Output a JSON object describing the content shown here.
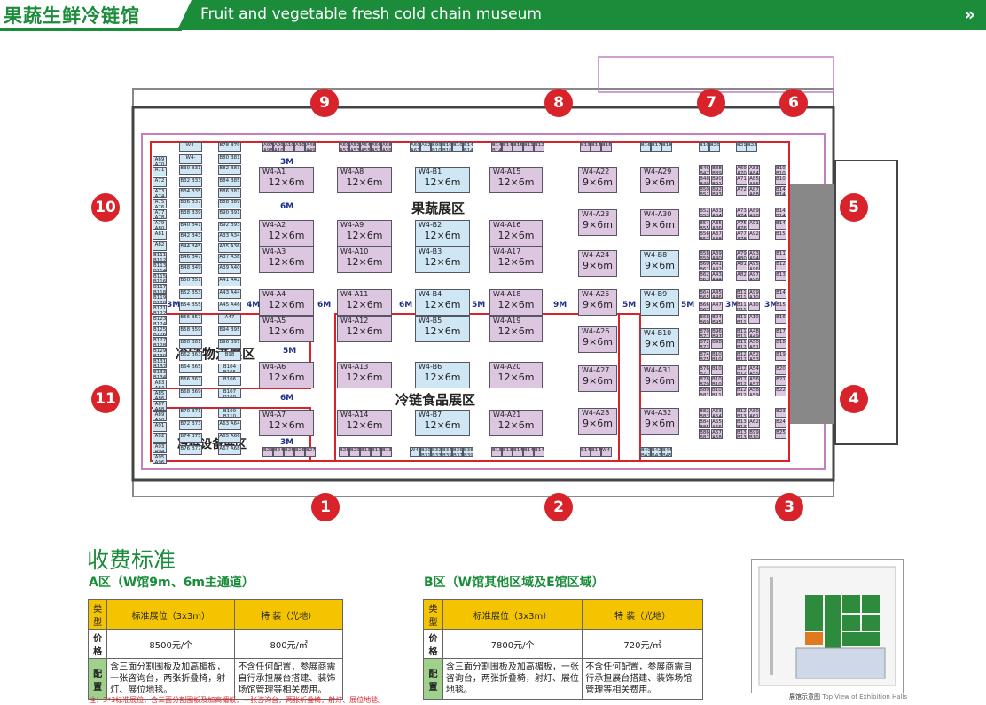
{
  "header": {
    "title_cn": "果蔬生鲜冷链馆",
    "title_en": "Fruit and vegetable fresh cold chain museum",
    "arrow_icon": "double-chevron-right"
  },
  "zones": {
    "fruit": "果蔬展区",
    "logistics": "冷链物流展区",
    "food": "冷链食品展区",
    "equipment": "冷链设备展区"
  },
  "gates": [
    "1",
    "2",
    "3",
    "4",
    "5",
    "6",
    "7",
    "8",
    "9",
    "10",
    "11"
  ],
  "aisles": [
    "3M",
    "3M",
    "4M",
    "6M",
    "6M",
    "5M",
    "9M",
    "5M",
    "5M",
    "3M",
    "3M",
    "6M",
    "5M",
    "6M",
    "3M"
  ],
  "booths_a": [
    {
      "code": "W4-A1",
      "size": "12×6m"
    },
    {
      "code": "W4-A2",
      "size": "12×6m"
    },
    {
      "code": "W4-A3",
      "size": "12×6m"
    },
    {
      "code": "W4-A4",
      "size": "12×6m"
    },
    {
      "code": "W4-A5",
      "size": "12×6m"
    },
    {
      "code": "W4-A6",
      "size": "12×6m"
    },
    {
      "code": "W4-A7",
      "size": "12×6m"
    },
    {
      "code": "W4-A8",
      "size": "12×6m"
    },
    {
      "code": "W4-A9",
      "size": "12×6m"
    },
    {
      "code": "W4-A10",
      "size": "12×6m"
    },
    {
      "code": "W4-A11",
      "size": "12×6m"
    },
    {
      "code": "W4-A12",
      "size": "12×6m"
    },
    {
      "code": "W4-A13",
      "size": "12×6m"
    },
    {
      "code": "W4-A14",
      "size": "12×6m"
    },
    {
      "code": "W4-A15",
      "size": "12×6m"
    },
    {
      "code": "W4-A16",
      "size": "12×6m"
    },
    {
      "code": "W4-A17",
      "size": "12×6m"
    },
    {
      "code": "W4-A18",
      "size": "12×6m"
    },
    {
      "code": "W4-A19",
      "size": "12×6m"
    },
    {
      "code": "W4-A20",
      "size": "12×6m"
    },
    {
      "code": "W4-A21",
      "size": "12×6m"
    },
    {
      "code": "W4-A22",
      "size": "9×6m"
    },
    {
      "code": "W4-A23",
      "size": "9×6m"
    },
    {
      "code": "W4-A24",
      "size": "9×6m"
    },
    {
      "code": "W4-A25",
      "size": "9×6m"
    },
    {
      "code": "W4-A26",
      "size": "9×6m"
    },
    {
      "code": "W4-A27",
      "size": "9×6m"
    },
    {
      "code": "W4-A28",
      "size": "9×6m"
    },
    {
      "code": "W4-A29",
      "size": "9×6m"
    },
    {
      "code": "W4-A30",
      "size": "9×6m"
    },
    {
      "code": "W4-A31",
      "size": "9×6m"
    },
    {
      "code": "W4-A32",
      "size": "9×6m"
    }
  ],
  "booths_b": [
    {
      "code": "W4-B1",
      "size": "12×6m"
    },
    {
      "code": "W4-B2",
      "size": "12×6m"
    },
    {
      "code": "W4-B3",
      "size": "12×6m"
    },
    {
      "code": "W4-B4",
      "size": "12×6m"
    },
    {
      "code": "W4-B5",
      "size": "12×6m"
    },
    {
      "code": "W4-B6",
      "size": "12×6m"
    },
    {
      "code": "W4-B7",
      "size": "12×6m"
    },
    {
      "code": "W4-B8",
      "size": "9×6m"
    },
    {
      "code": "W4-B9",
      "size": "9×6m"
    },
    {
      "code": "W4-B10",
      "size": "9×6m"
    }
  ],
  "small_labels": [
    "W4-",
    "W4-",
    "B30 B31",
    "B32 B33",
    "B34 B35",
    "B36 B37",
    "B38 B39",
    "B40 B41",
    "B42 B43",
    "B44 B45",
    "B46 B47",
    "B48 B49",
    "B50 B51",
    "B52 B53",
    "B54 B55",
    "B56 B57",
    "B58 B59",
    "B60 B61",
    "B62 B63",
    "B64 B65",
    "B66 B67",
    "B68 B69",
    "B70 B71",
    "B72 B73",
    "B74 B75",
    "B76 B77",
    "B78 B79",
    "B80 B81",
    "B82 B83",
    "B84 B85",
    "B86 B87",
    "B88 B89",
    "B90 B91",
    "B92 B93",
    "A33 A34",
    "A35 A36",
    "A37 A38",
    "A39 A40",
    "A41 A42",
    "A43 A44",
    "A45 A46",
    "A47",
    "B94 B95",
    "B96 B97",
    "B98",
    "B104 B105",
    "B106",
    "B107 B108",
    "B109 B110",
    "A63 A64",
    "A65 A66",
    "A67 A68",
    "A69 A70",
    "A71",
    "A72",
    "A73 A74",
    "A75 A76",
    "A77 A78",
    "A79 A80",
    "A81",
    "A82",
    "B111 B112",
    "B113 B114",
    "B115 B116",
    "B117 B118",
    "B119 B120",
    "B121 B122",
    "B123 B124",
    "B125 B126",
    "B127 B128",
    "B129 B130",
    "B131 B132",
    "B133 B134",
    "A83 A84",
    "A85 A86",
    "A87 A88",
    "A89 A90",
    "A91",
    "A92",
    "A93 A94",
    "A95 A96",
    "A97 A98",
    "A99 A100",
    "A101",
    "A102",
    "A48 A49",
    "A50 A51",
    "A52 A53",
    "A54 A55",
    "A56 A57",
    "A58 A59",
    "A60 A61",
    "A62",
    "B99 B100",
    "B101 B102",
    "B103",
    "B145 B146",
    "B147 B148",
    "B149",
    "B150",
    "B11",
    "B12",
    "B13",
    "B14",
    "B15",
    "B16",
    "B17",
    "B18",
    "B19",
    "B20",
    "B21",
    "B22",
    "B23",
    "B24",
    "B25",
    "B26",
    "B27",
    "B28",
    "B29",
    "B135",
    "B136",
    "B137",
    "B138",
    "B139",
    "B140",
    "B141",
    "B142",
    "B143",
    "B144"
  ],
  "fees": {
    "title": "收费标准",
    "a": {
      "heading": "A区（W馆9m、6m主通道）",
      "col_type": "类 型",
      "col_std": "标准展位（3x3m）",
      "col_special": "特 装（光地）",
      "row_price": "价 格",
      "std_price": "8500元/个",
      "special_price": "800元/㎡",
      "row_config": "配 置",
      "std_config": "含三面分割围板及加高楣板，一张咨询台，两张折叠椅，射灯、展位地毯。",
      "special_config": "不含任何配置，参展商需自行承担展台搭建、装饰场馆管理等相关费用。"
    },
    "b": {
      "heading": "B区（W馆其他区域及E馆区域）",
      "col_type": "类 型",
      "col_std": "标准展位（3x3m）",
      "col_special": "特 装（光地）",
      "row_price": "价 格",
      "std_price": "7800元/个",
      "special_price": "720元/㎡",
      "row_config": "配 置",
      "std_config": "含三面分割围板及加高楣板，一张咨询台，两张折叠椅，射灯、展位地毯。",
      "special_config": "不含任何配置，参展商需自行承担展台搭建、装饰场馆管理等相关费用。"
    },
    "footnote": "注：3*3标准展位，含三面分割围板及加高楣板，一张咨询台，两张折叠椅，射灯、展位地毯。"
  },
  "minimap": {
    "caption": "展馆示意图",
    "caption_en": "Top View of Exhibition Halls"
  }
}
